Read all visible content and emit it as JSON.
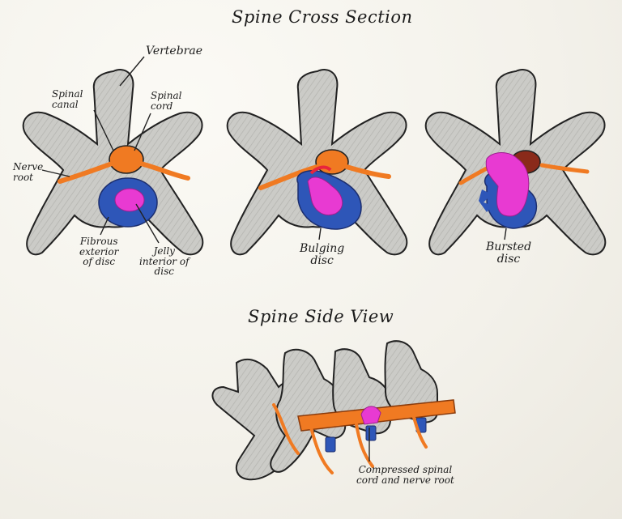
{
  "titles": {
    "cross_section": "Spine Cross Section",
    "side_view": "Spine Side View"
  },
  "labels": {
    "vertebrae": "Vertebrae",
    "spinal_canal_1": "Spinal",
    "spinal_canal_2": "canal",
    "spinal_cord_1": "Spinal",
    "spinal_cord_2": "cord",
    "nerve_root_1": "Nerve",
    "nerve_root_2": "root",
    "fibrous_1": "Fibrous",
    "fibrous_2": "exterior",
    "fibrous_3": "of disc",
    "jelly_1": "Jelly",
    "jelly_2": "interior of",
    "jelly_3": "disc",
    "bulging_1": "Bulging",
    "bulging_2": "disc",
    "bursted_1": "Bursted",
    "bursted_2": "disc",
    "compressed_1": "Compressed spinal",
    "compressed_2": "cord and nerve root"
  },
  "colors": {
    "bone": "#c9c9c5",
    "bone_stroke": "#222222",
    "cord": "#f07a22",
    "nerve": "#f07a22",
    "disc_outer": "#2e56b8",
    "disc_inner": "#e83ad2",
    "paper": "#f6f4ee"
  }
}
